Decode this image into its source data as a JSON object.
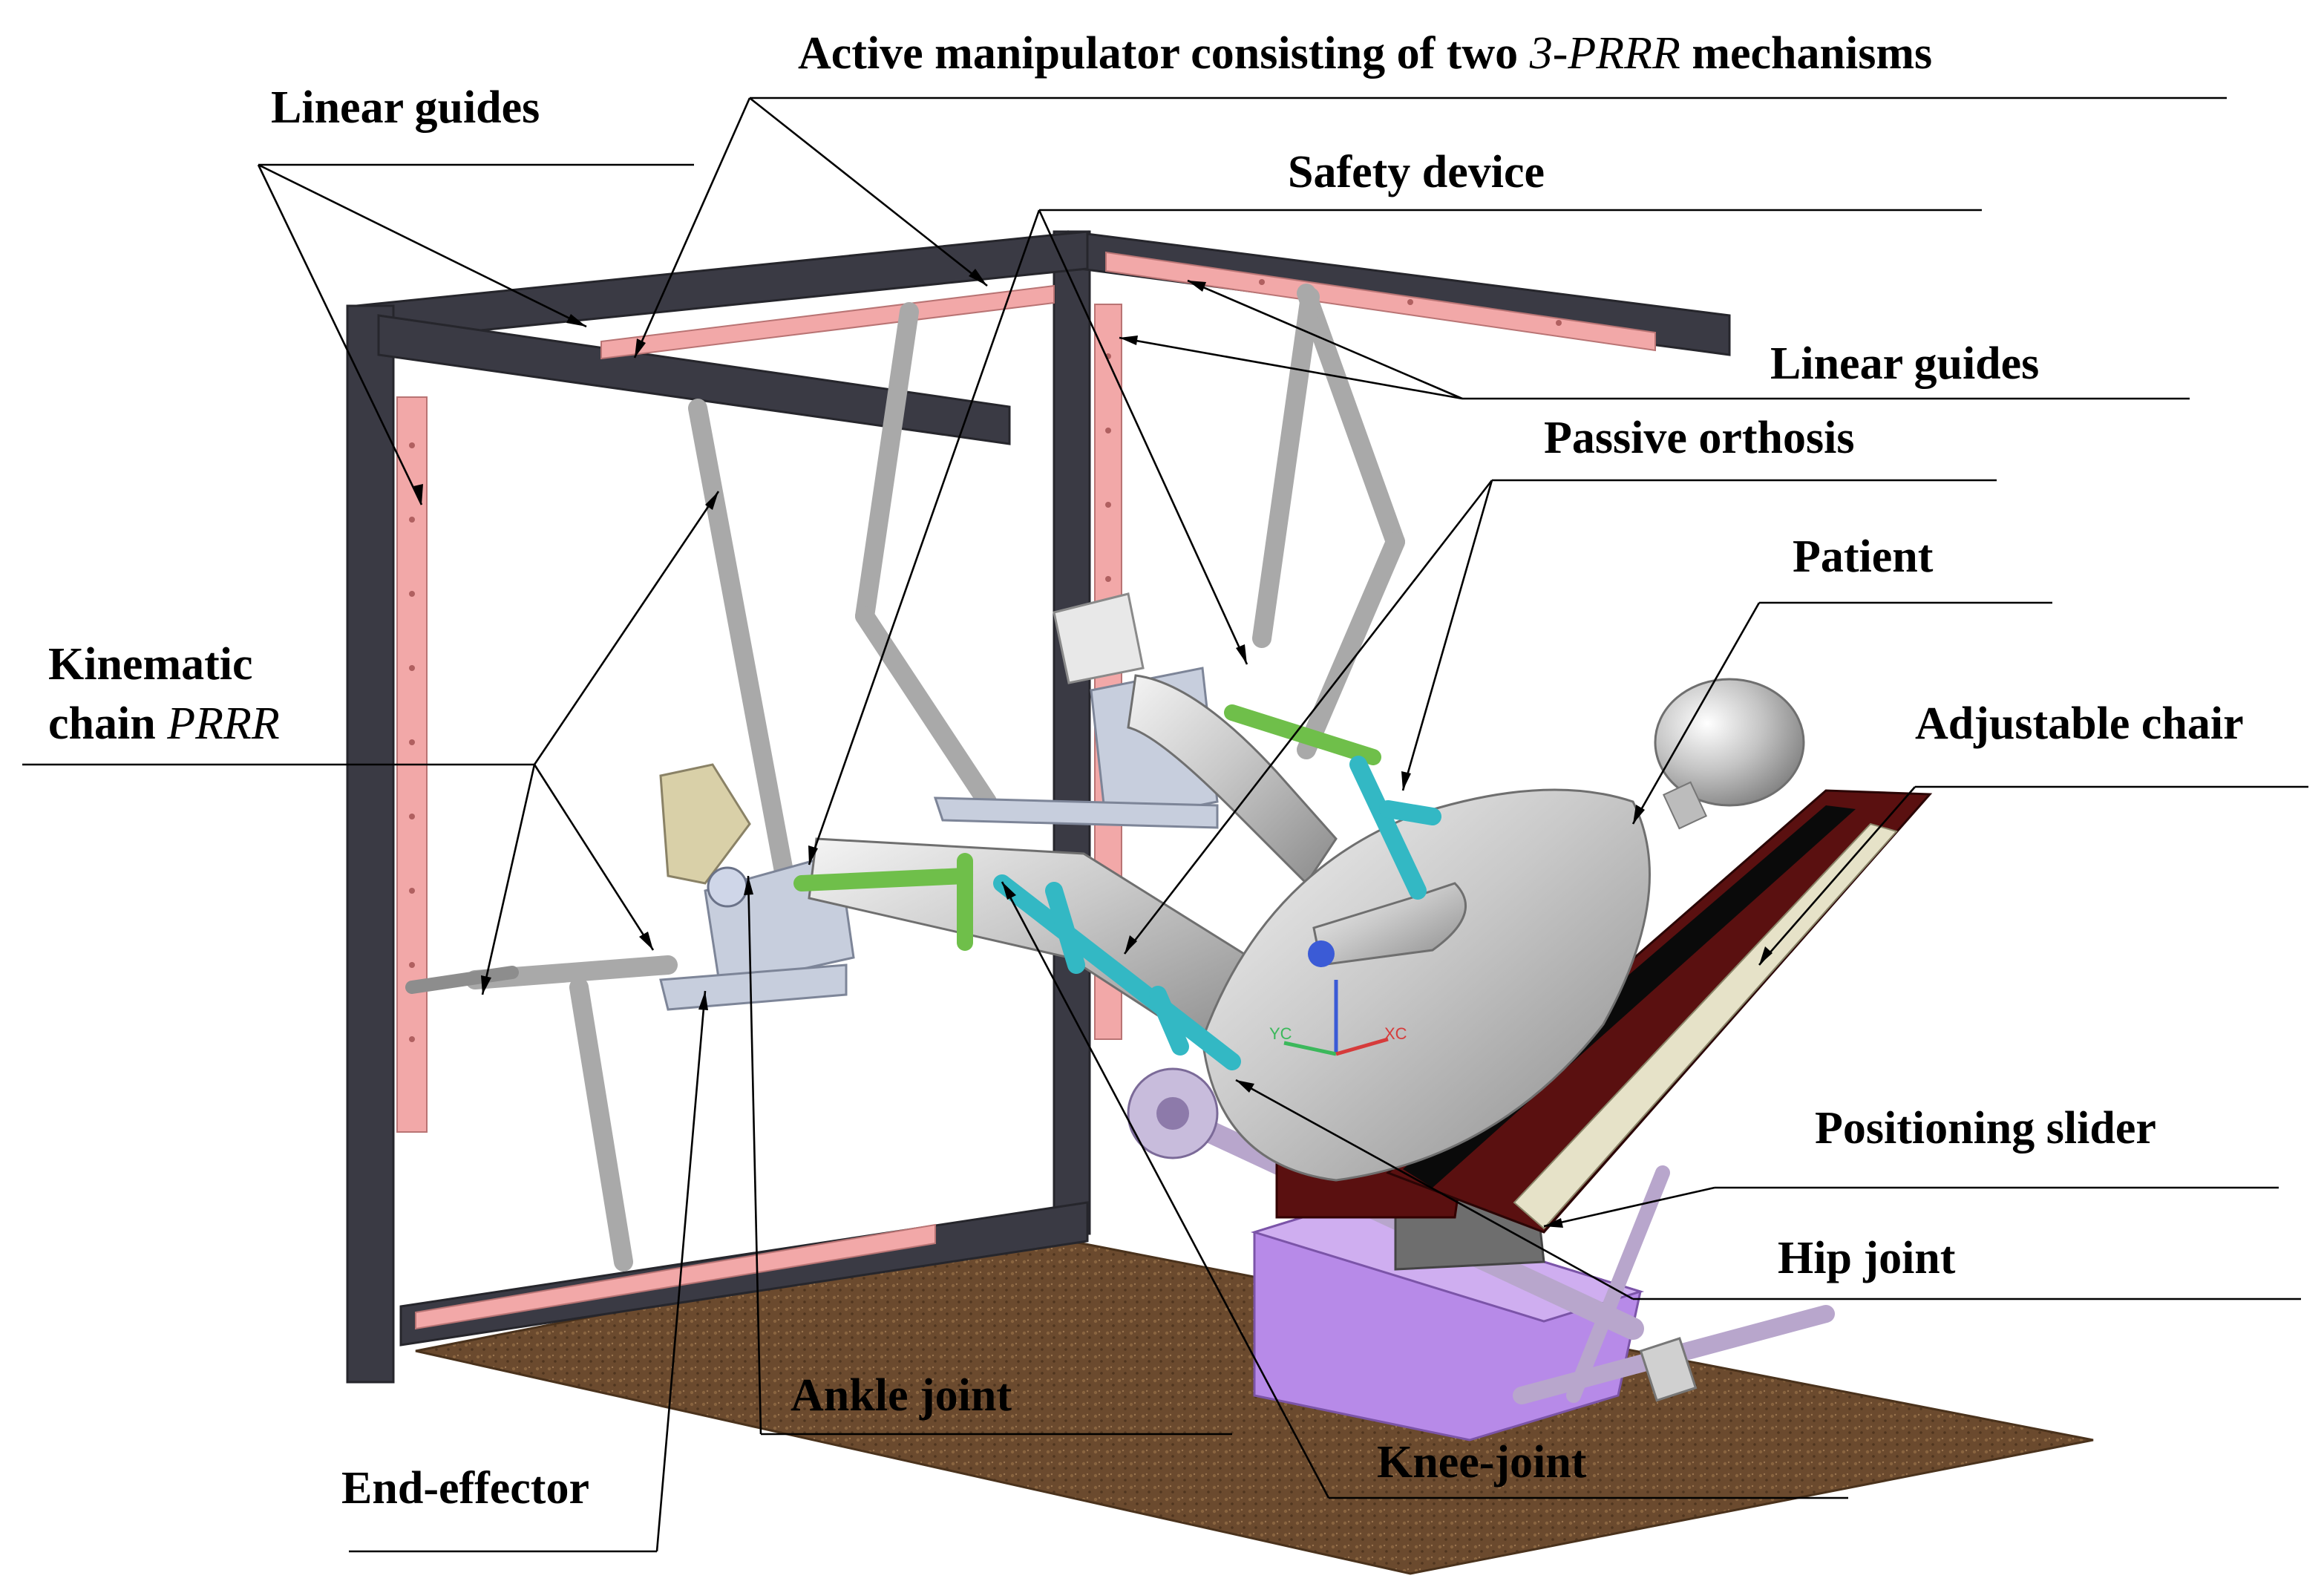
{
  "figure": {
    "labels": {
      "active_manipulator_prefix": "Active manipulator consisting of two ",
      "active_manipulator_italic": "3-PRRR",
      "active_manipulator_suffix": " mechanisms",
      "linear_guides_left": "Linear guides",
      "safety_device": "Safety device",
      "linear_guides_right": "Linear guides",
      "passive_orthosis": "Passive orthosis",
      "patient": "Patient",
      "kinematic_chain_line1": "Kinematic",
      "kinematic_chain_line2_prefix": "chain ",
      "kinematic_chain_line2_italic": "PRRR",
      "adjustable_chair": "Adjustable chair",
      "positioning_slider": "Positioning slider",
      "hip_joint": "Hip joint",
      "ankle_joint": "Ankle joint",
      "knee_joint": "Knee-joint",
      "end_effector": "End-effector",
      "axis_yc": "YC",
      "axis_xc": "XC"
    },
    "colors": {
      "frame": "#3a3a44",
      "linear_guides": "#f2a8a8",
      "floor": "#6b4a2e",
      "chair_base": "#b78ae8",
      "orthosis_green": "#6fbf4a",
      "orthosis_cyan": "#33b8c4",
      "chair_back": "#5a1010"
    }
  }
}
